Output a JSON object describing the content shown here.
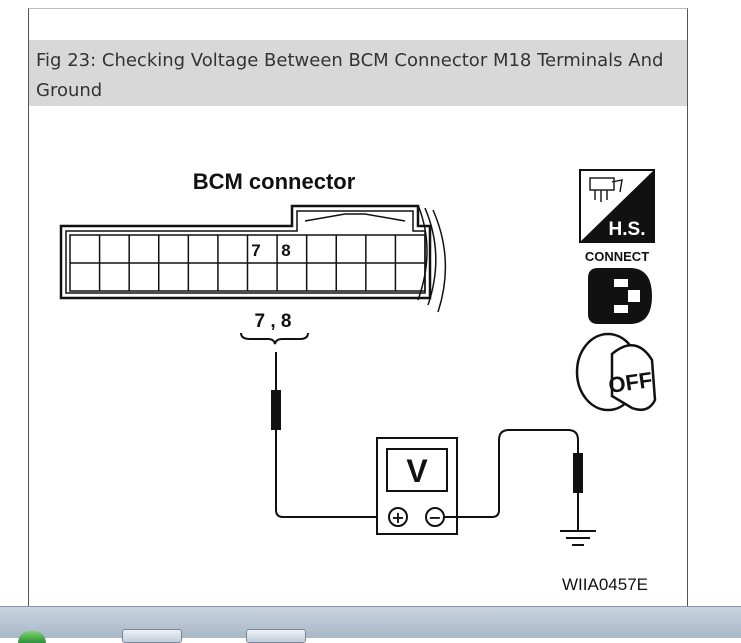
{
  "caption": {
    "line1": "Fig 23: Checking Voltage Between BCM Connector M18 Terminals And",
    "line2": "Ground"
  },
  "diagram": {
    "connector_title": "BCM connector",
    "pin_7": "7",
    "pin_8": "8",
    "pin_callout": "7 , 8",
    "meter_symbol": "V",
    "plus_terminal": "+",
    "minus_terminal": "−",
    "hs_label": "H.S.",
    "connect_label": "CONNECT",
    "ignition_label": "OFF",
    "figure_code": "WIIA0457E"
  },
  "colors": {
    "caption_bg": "#d8d8d8",
    "caption_text": "#333333",
    "ink": "#111111"
  }
}
